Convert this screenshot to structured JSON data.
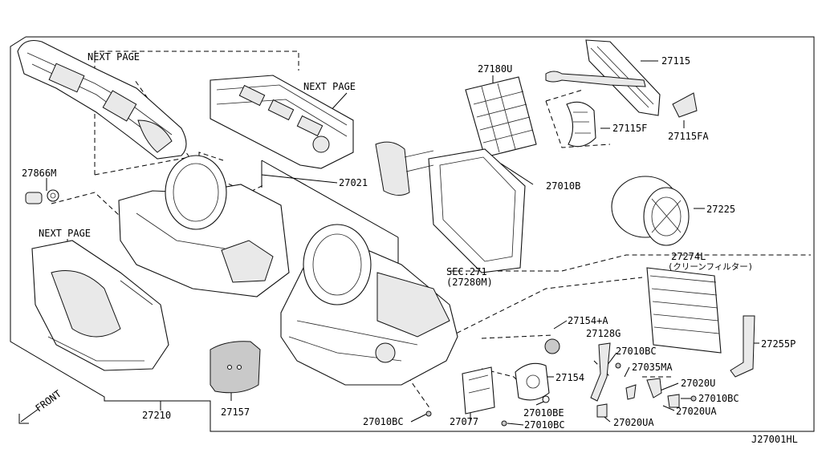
{
  "labels": {
    "next_page_top_left": "NEXT PAGE",
    "next_page_top_mid": "NEXT PAGE",
    "next_page_left": "NEXT PAGE",
    "p27866m": "27866M",
    "p27021": "27021",
    "p27180u": "27180U",
    "p27115": "27115",
    "p27115f": "27115F",
    "p27115fa": "27115FA",
    "p27010b": "27010B",
    "p27225": "27225",
    "sec_271": "SEC.271",
    "p27280m": "(27280M)",
    "p27274l": "27274L",
    "p27274l_note": "(クリーンフィルター)",
    "p27154a": "27154+A",
    "p27128g": "27128G",
    "p27010bc_a": "27010BC",
    "p27035ma": "27035MA",
    "p27020u": "27020U",
    "p27010bc_b": "27010BC",
    "p27020ua_a": "27020UA",
    "p27020ua_b": "27020UA",
    "p27154": "27154",
    "p27010be": "27010BE",
    "p27010bc_c": "27010BC",
    "p27077": "27077",
    "p27010bc_d": "27010BC",
    "p27255p": "27255P",
    "p27157": "27157",
    "p27210": "27210",
    "front": "FRONT",
    "diagram_code": "J27001HL"
  }
}
